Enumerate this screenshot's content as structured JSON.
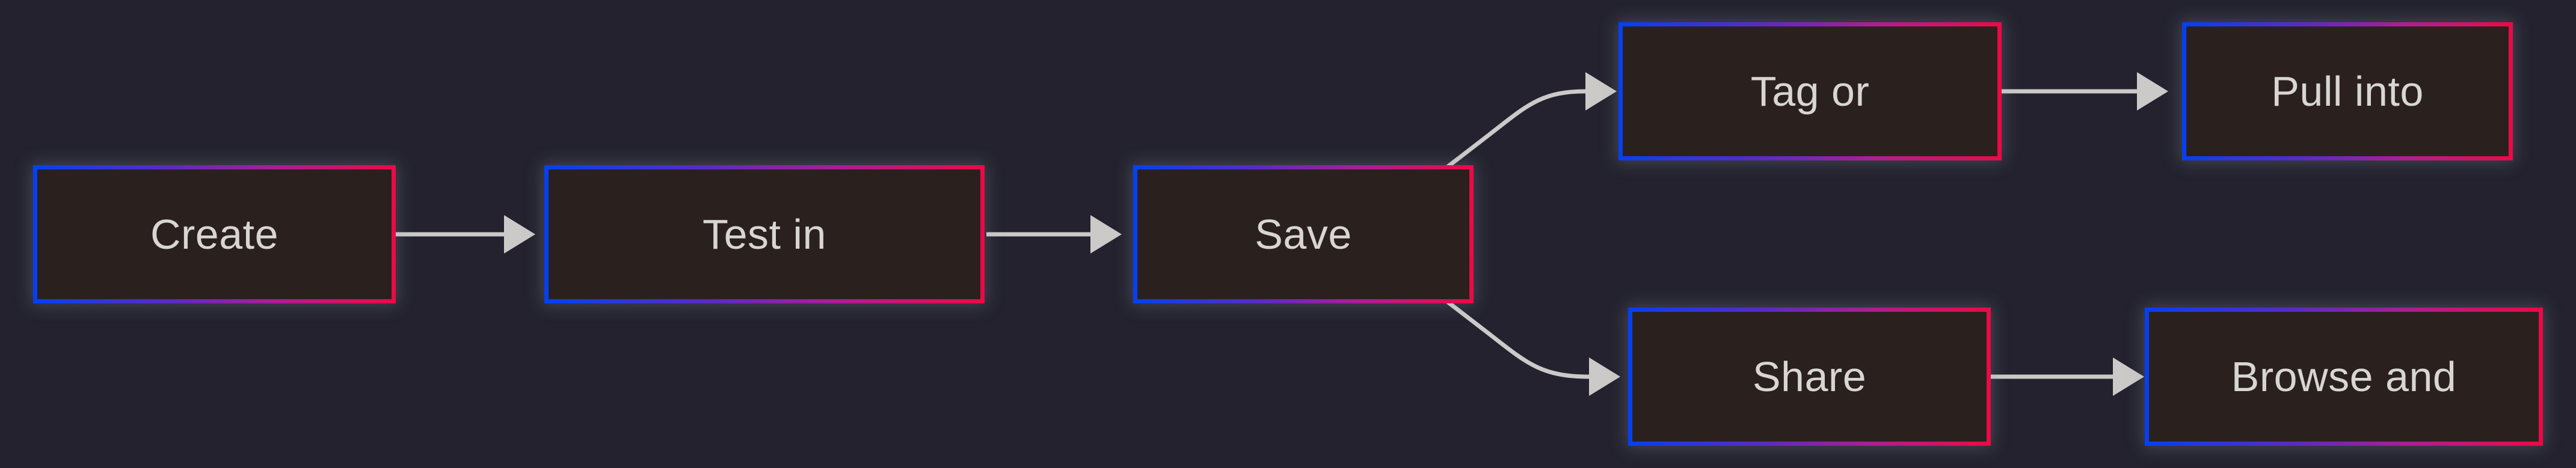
{
  "diagram": {
    "title": "workflow-flowchart",
    "colors": {
      "background": "#23222e",
      "node_fill": "#2a211f",
      "node_border_gradient_start": "#0540f2",
      "node_border_gradient_mid1": "#5c2bbf",
      "node_border_gradient_mid2": "#a81f94",
      "node_border_gradient_end": "#ec0a45",
      "label_text": "#d8d6d3",
      "arrow": "#cbcac8"
    },
    "nodes": [
      {
        "id": "create",
        "label": "Create"
      },
      {
        "id": "test-in",
        "label": "Test in"
      },
      {
        "id": "save",
        "label": "Save"
      },
      {
        "id": "tag-or",
        "label": "Tag or"
      },
      {
        "id": "pull-into",
        "label": "Pull into"
      },
      {
        "id": "share",
        "label": "Share"
      },
      {
        "id": "browse-and",
        "label": "Browse and"
      }
    ],
    "edges": [
      {
        "from": "create",
        "to": "test-in",
        "style": "straight-arrow"
      },
      {
        "from": "test-in",
        "to": "save",
        "style": "straight-arrow"
      },
      {
        "from": "save",
        "to": "tag-or",
        "style": "curved-arrow-up"
      },
      {
        "from": "save",
        "to": "share",
        "style": "curved-arrow-down"
      },
      {
        "from": "tag-or",
        "to": "pull-into",
        "style": "straight-arrow"
      },
      {
        "from": "share",
        "to": "browse-and",
        "style": "straight-arrow"
      }
    ]
  }
}
